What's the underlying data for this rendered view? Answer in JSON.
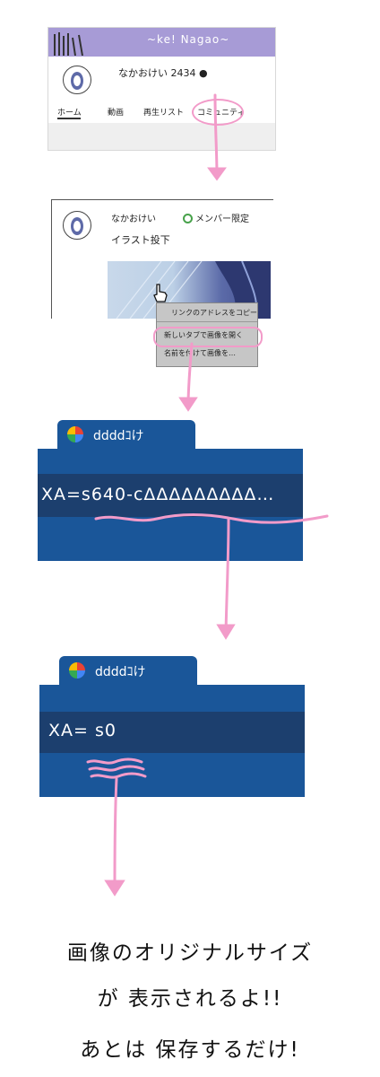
{
  "panel1": {
    "banner_title": "~ke! Nagao~",
    "channel_name": "なかおけい 2434 ●",
    "tabs": [
      "ホーム",
      "動画",
      "再生リスト",
      "コミュニティ"
    ]
  },
  "panel2": {
    "author": "なかおけい",
    "member_label": "メンバー限定",
    "post_text": "イラスト投下",
    "context_menu": [
      "リンクのアドレスをコピー",
      "新しいタブで画像を開く",
      "名前を付けて画像を…"
    ]
  },
  "panel3": {
    "tab_title": "ddddｺけ",
    "url_text": "XA=s640-cΔΔΔΔΔΔΔΔΔ…"
  },
  "panel4": {
    "tab_title": "ddddｺけ",
    "url_text": "XA= s0"
  },
  "message": {
    "line1": "画像のオリジナルサイズ",
    "line2": "が 表示されるよ!!",
    "line3": "あとは 保存するだけ!"
  },
  "colors": {
    "banner": "#a79bd6",
    "browser_blue": "#1a5699",
    "address_bar": "#1c3f6e",
    "highlight_pink": "#f29bc9",
    "member_green": "#48a24b",
    "menu_gray": "#c6c6c6"
  }
}
